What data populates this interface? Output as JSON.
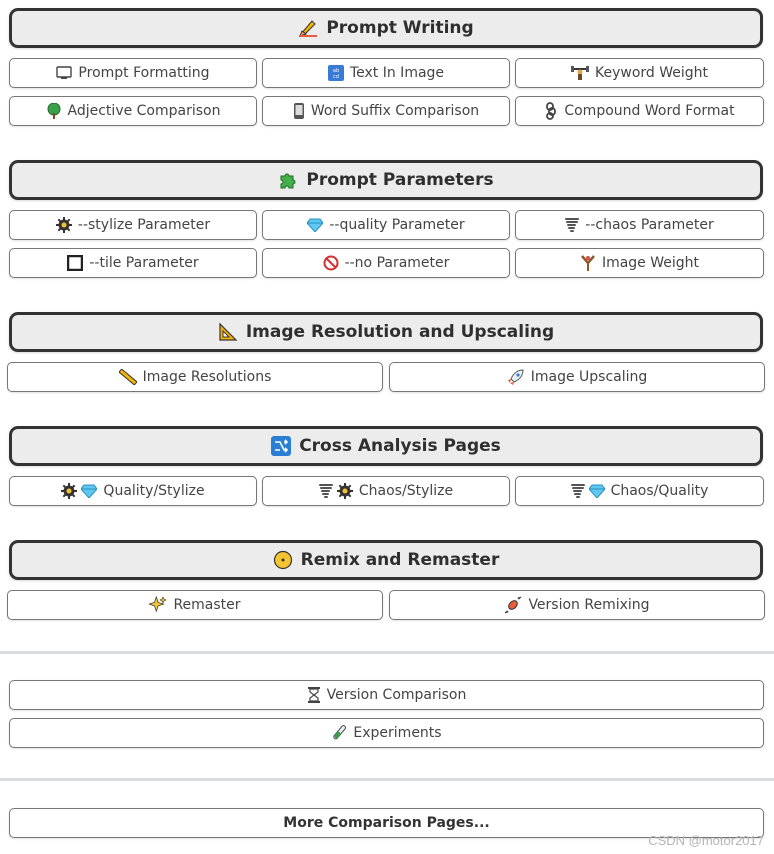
{
  "sections": [
    {
      "title": "Prompt Writing",
      "icon": "writing-hand-icon",
      "buttons": [
        {
          "label": "Prompt Formatting",
          "icon": "monitor-icon"
        },
        {
          "label": "Text In Image",
          "icon": "input-symbols-icon"
        },
        {
          "label": "Keyword Weight",
          "icon": "weight-lifter-icon"
        },
        {
          "label": "Adjective Comparison",
          "icon": "tree-icon"
        },
        {
          "label": "Word Suffix Comparison",
          "icon": "phone-icon"
        },
        {
          "label": "Compound Word Format",
          "icon": "chains-icon"
        }
      ]
    },
    {
      "title": "Prompt Parameters",
      "icon": "puzzle-icon",
      "buttons": [
        {
          "label": "--stylize Parameter",
          "icon": "gear-icon"
        },
        {
          "label": "--quality Parameter",
          "icon": "diamond-icon"
        },
        {
          "label": "--chaos Parameter",
          "icon": "tornado-icon"
        },
        {
          "label": "--tile Parameter",
          "icon": "square-icon"
        },
        {
          "label": "--no Parameter",
          "icon": "prohibited-icon"
        },
        {
          "label": "Image Weight",
          "icon": "slingshot-icon"
        }
      ]
    },
    {
      "title": "Image Resolution and Upscaling",
      "icon": "triangle-ruler-icon",
      "buttons": [
        {
          "label": "Image Resolutions",
          "icon": "ruler-icon"
        },
        {
          "label": "Image Upscaling",
          "icon": "rocket-icon"
        }
      ]
    },
    {
      "title": "Cross Analysis Pages",
      "icon": "shuffle-icon",
      "buttons": [
        {
          "label": "Quality/Stylize",
          "icons": [
            "gear-icon",
            "diamond-icon"
          ]
        },
        {
          "label": "Chaos/Stylize",
          "icons": [
            "tornado-icon",
            "gear-icon"
          ]
        },
        {
          "label": "Chaos/Quality",
          "icons": [
            "tornado-icon",
            "diamond-icon"
          ]
        }
      ]
    },
    {
      "title": "Remix and Remaster",
      "icon": "yellow-circle-icon",
      "buttons": [
        {
          "label": "Remaster",
          "icon": "sparkles-icon"
        },
        {
          "label": "Version Remixing",
          "icon": "candy-icon"
        }
      ]
    }
  ],
  "extra": {
    "version_comparison": {
      "label": "Version Comparison",
      "icon": "hourglass-icon"
    },
    "experiments": {
      "label": "Experiments",
      "icon": "test-tube-icon"
    },
    "more": {
      "label": "More Comparison Pages..."
    }
  },
  "watermark": "CSDN @motor2017",
  "colors": {
    "header_bg": "#ececec",
    "header_border": "#333333",
    "divider": "#d8dde1"
  }
}
